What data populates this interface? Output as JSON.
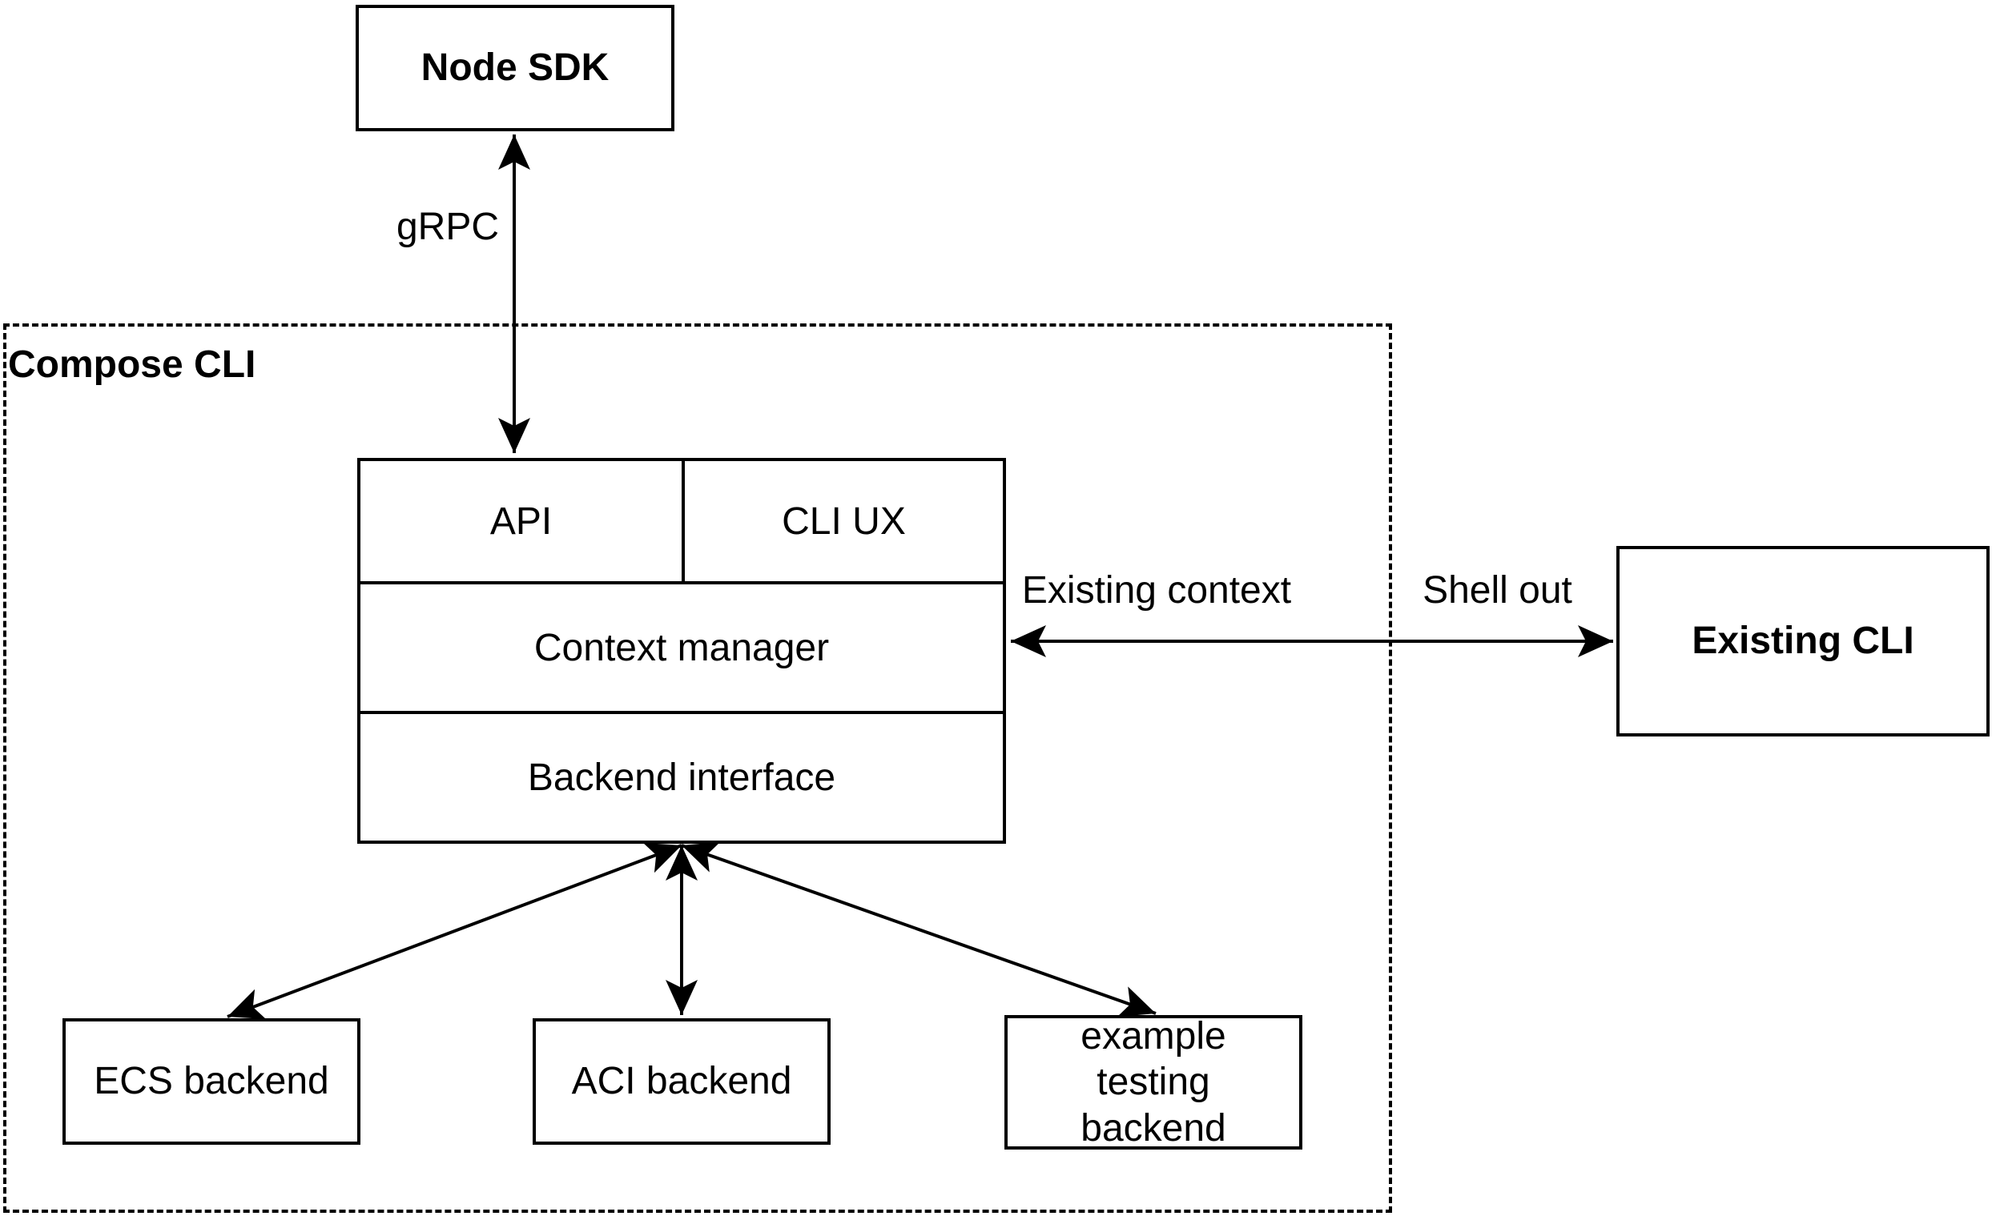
{
  "colors": {
    "stroke": "#000000",
    "background": "#ffffff"
  },
  "nodes": {
    "node_sdk": {
      "label": "Node SDK"
    },
    "compose_cli_group": {
      "label": "Compose CLI"
    },
    "api": {
      "label": "API"
    },
    "cli_ux": {
      "label": "CLI UX"
    },
    "context_manager": {
      "label": "Context manager"
    },
    "backend_interface": {
      "label": "Backend interface"
    },
    "existing_cli": {
      "label": "Existing CLI"
    },
    "ecs_backend": {
      "label": "ECS backend"
    },
    "aci_backend": {
      "label": "ACI backend"
    },
    "example_testing_backend": {
      "label": "example testing backend"
    }
  },
  "edges": {
    "grpc": {
      "label": "gRPC"
    },
    "existing_context": {
      "label": "Existing context"
    },
    "shell_out": {
      "label": "Shell out"
    }
  }
}
